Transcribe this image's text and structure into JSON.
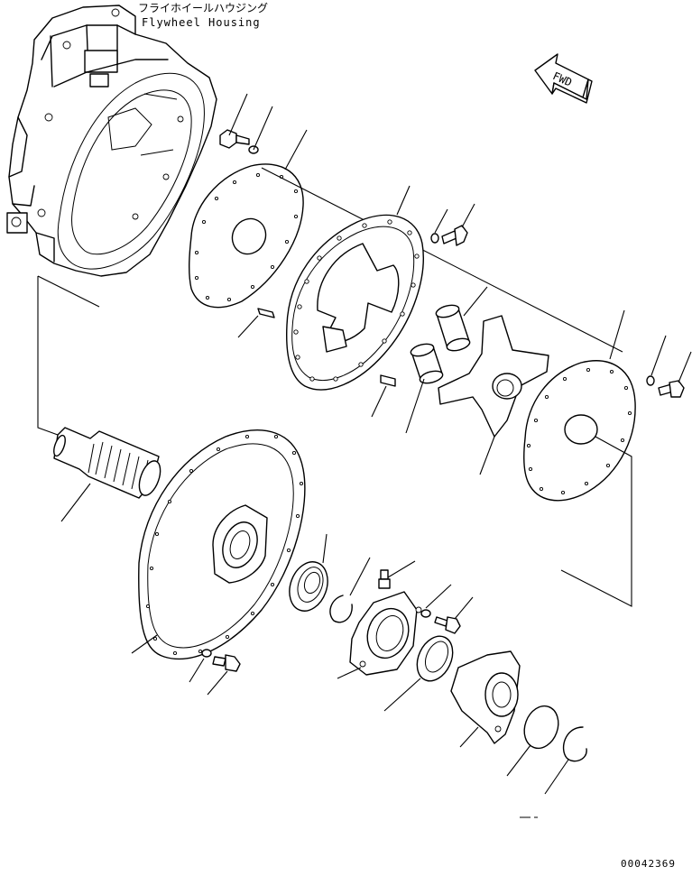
{
  "title_jp": "フライホイールハウジング",
  "title_en": "Flywheel Housing",
  "fwd_label": "FWD",
  "drawing_number": "00042369"
}
